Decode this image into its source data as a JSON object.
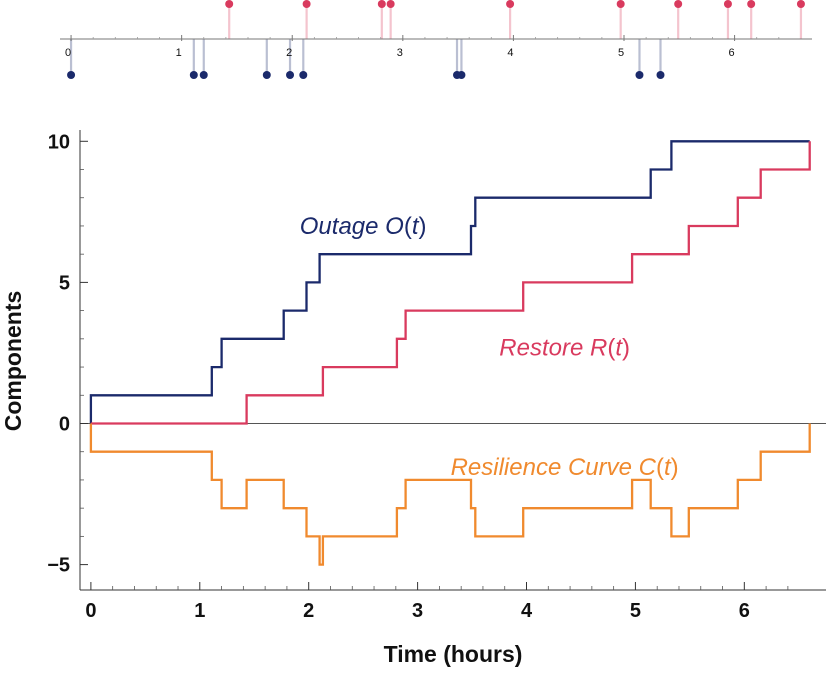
{
  "chart_data": [
    {
      "type": "event-timeline",
      "x_axis": {
        "ticks": [
          0,
          1,
          2,
          3,
          4,
          5,
          6
        ],
        "xlim": [
          -0.1,
          6.7
        ]
      },
      "series": [
        {
          "name": "restore_events",
          "color": "#d93a5e",
          "direction": "up",
          "x": [
            1.43,
            2.13,
            2.81,
            2.89,
            3.97,
            4.97,
            5.49,
            5.94,
            6.15,
            6.6
          ]
        },
        {
          "name": "outage_events",
          "color": "#1b2a6b",
          "direction": "down",
          "x": [
            0.0,
            1.11,
            1.2,
            1.77,
            1.98,
            2.1,
            3.49,
            3.53,
            5.14,
            5.33
          ]
        }
      ]
    },
    {
      "type": "line",
      "step": true,
      "xlabel": "Time (hours)",
      "ylabel": "Components",
      "xlim": [
        -0.1,
        6.75
      ],
      "ylim": [
        -5.9,
        10.4
      ],
      "x_ticks": [
        0,
        1,
        2,
        3,
        4,
        5,
        6
      ],
      "y_ticks": [
        -5,
        0,
        5,
        10
      ],
      "y_tick_labels": [
        "−5",
        "0",
        "5",
        "10"
      ],
      "grid": false,
      "series": [
        {
          "name": "Outage O(t)",
          "color": "#1b2a6b",
          "x": [
            0,
            0,
            1.11,
            1.11,
            1.2,
            1.2,
            1.77,
            1.77,
            1.98,
            1.98,
            2.1,
            2.1,
            3.49,
            3.49,
            3.53,
            3.53,
            5.14,
            5.14,
            5.33,
            5.33,
            6.6
          ],
          "y": [
            0,
            1,
            1,
            2,
            2,
            3,
            3,
            4,
            4,
            5,
            5,
            6,
            6,
            7,
            7,
            8,
            8,
            9,
            9,
            10,
            10
          ]
        },
        {
          "name": "Restore R(t)",
          "color": "#d93a5e",
          "x": [
            0,
            1.43,
            1.43,
            2.13,
            2.13,
            2.81,
            2.81,
            2.89,
            2.89,
            3.97,
            3.97,
            4.97,
            4.97,
            5.49,
            5.49,
            5.94,
            5.94,
            6.15,
            6.15,
            6.6,
            6.6
          ],
          "y": [
            0,
            0,
            1,
            1,
            2,
            2,
            3,
            3,
            4,
            4,
            5,
            5,
            6,
            6,
            7,
            7,
            8,
            8,
            9,
            9,
            10
          ]
        },
        {
          "name": "Resilience Curve C(t)",
          "color": "#f08a2e",
          "x": [
            0,
            0,
            1.11,
            1.11,
            1.2,
            1.2,
            1.43,
            1.43,
            1.77,
            1.77,
            1.98,
            1.98,
            2.1,
            2.1,
            2.13,
            2.13,
            2.81,
            2.81,
            2.89,
            2.89,
            3.49,
            3.49,
            3.53,
            3.53,
            3.97,
            3.97,
            4.97,
            4.97,
            5.14,
            5.14,
            5.33,
            5.33,
            5.49,
            5.49,
            5.94,
            5.94,
            6.15,
            6.15,
            6.6,
            6.6
          ],
          "y": [
            0,
            -1,
            -1,
            -2,
            -2,
            -3,
            -3,
            -2,
            -2,
            -3,
            -3,
            -4,
            -4,
            -5,
            -5,
            -4,
            -4,
            -3,
            -3,
            -2,
            -2,
            -3,
            -3,
            -4,
            -4,
            -3,
            -3,
            -2,
            -2,
            -3,
            -3,
            -4,
            -4,
            -3,
            -3,
            -2,
            -2,
            -1,
            -1,
            0
          ]
        }
      ],
      "annotations": [
        {
          "series": "Outage O(t)",
          "parts": [
            "Outage ",
            "O",
            "(",
            "t",
            ")"
          ],
          "at": [
            2.5,
            7.0
          ]
        },
        {
          "series": "Restore R(t)",
          "parts": [
            "Restore ",
            "R",
            "(",
            "t",
            ")"
          ],
          "at": [
            4.35,
            2.7
          ]
        },
        {
          "series": "Resilience Curve C(t)",
          "parts": [
            "Resilience Curve ",
            "C",
            "(",
            "t",
            ")"
          ],
          "at": [
            4.35,
            -1.55
          ]
        }
      ]
    }
  ]
}
